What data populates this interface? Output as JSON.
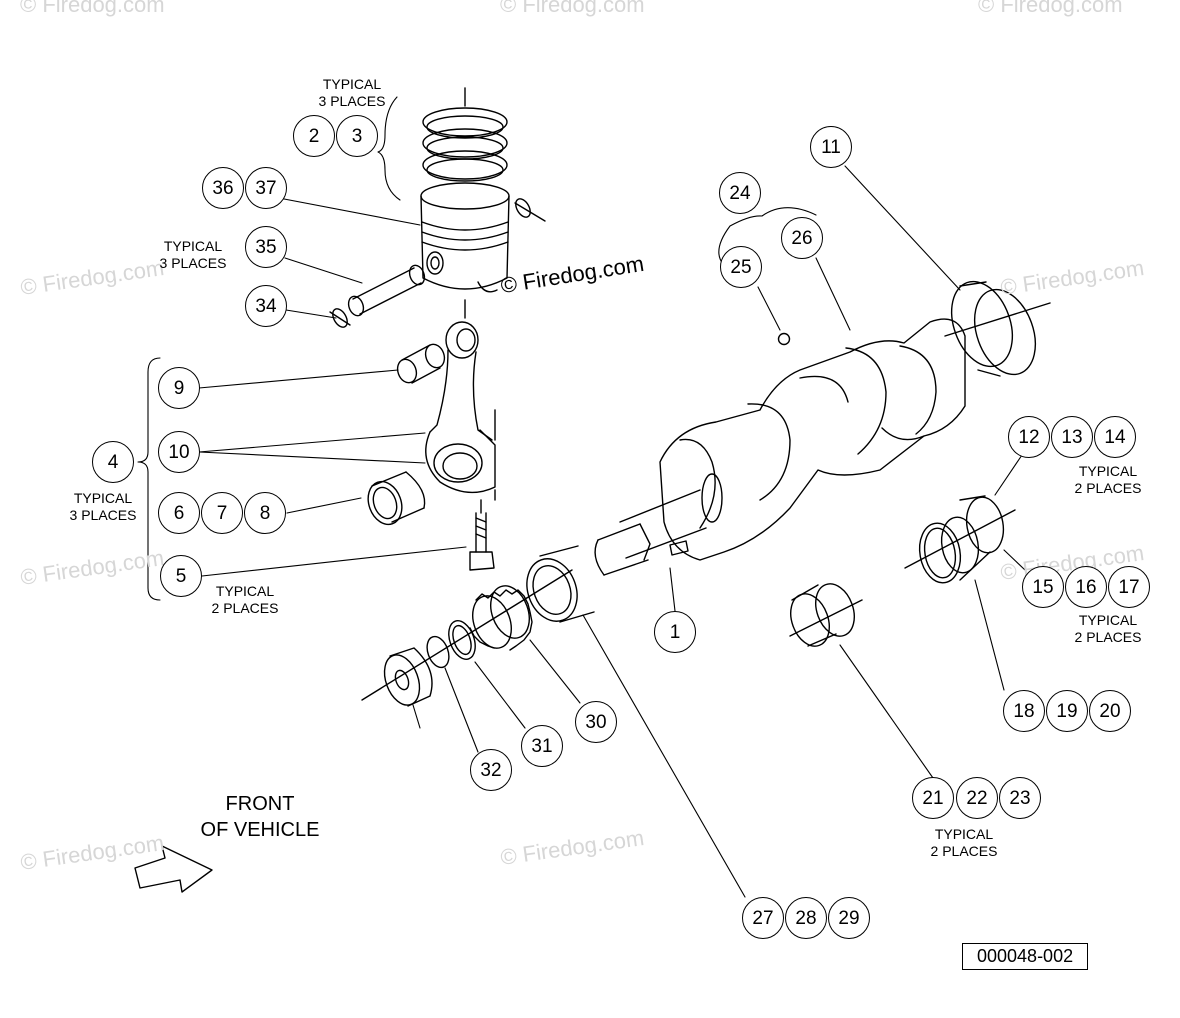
{
  "watermarks": [
    "© Firedog.com",
    "© Firedog.com",
    "© Firedog.com",
    "© Firedog.com",
    "© Firedog.com",
    "© Firedog.com",
    "© Firedog.com",
    "© Firedog.com",
    "© Firedog.com"
  ],
  "drawing_copyright": "© Firedog.com",
  "figure_id": "000048-002",
  "front_label": [
    "FRONT",
    "OF VEHICLE"
  ],
  "notes": {
    "rings": [
      "TYPICAL",
      "3 PLACES"
    ],
    "pin": [
      "TYPICAL",
      "3 PLACES"
    ],
    "rod": [
      "TYPICAL",
      "3 PLACES"
    ],
    "bolt": [
      "TYPICAL",
      "2 PLACES"
    ],
    "thrust_upper": [
      "TYPICAL",
      "2 PLACES"
    ],
    "thrust_lower": [
      "TYPICAL",
      "2 PLACES"
    ],
    "bearing": [
      "TYPICAL",
      "2 PLACES"
    ]
  },
  "callouts": {
    "c1": "1",
    "c2": "2",
    "c3": "3",
    "c4": "4",
    "c5": "5",
    "c6": "6",
    "c7": "7",
    "c8": "8",
    "c9": "9",
    "c10": "10",
    "c11": "11",
    "c12": "12",
    "c13": "13",
    "c14": "14",
    "c15": "15",
    "c16": "16",
    "c17": "17",
    "c18": "18",
    "c19": "19",
    "c20": "20",
    "c21": "21",
    "c22": "22",
    "c23": "23",
    "c24": "24",
    "c25": "25",
    "c26": "26",
    "c27": "27",
    "c28": "28",
    "c29": "29",
    "c30": "30",
    "c31": "31",
    "c32": "32",
    "c34": "34",
    "c35": "35",
    "c36": "36",
    "c37": "37"
  }
}
